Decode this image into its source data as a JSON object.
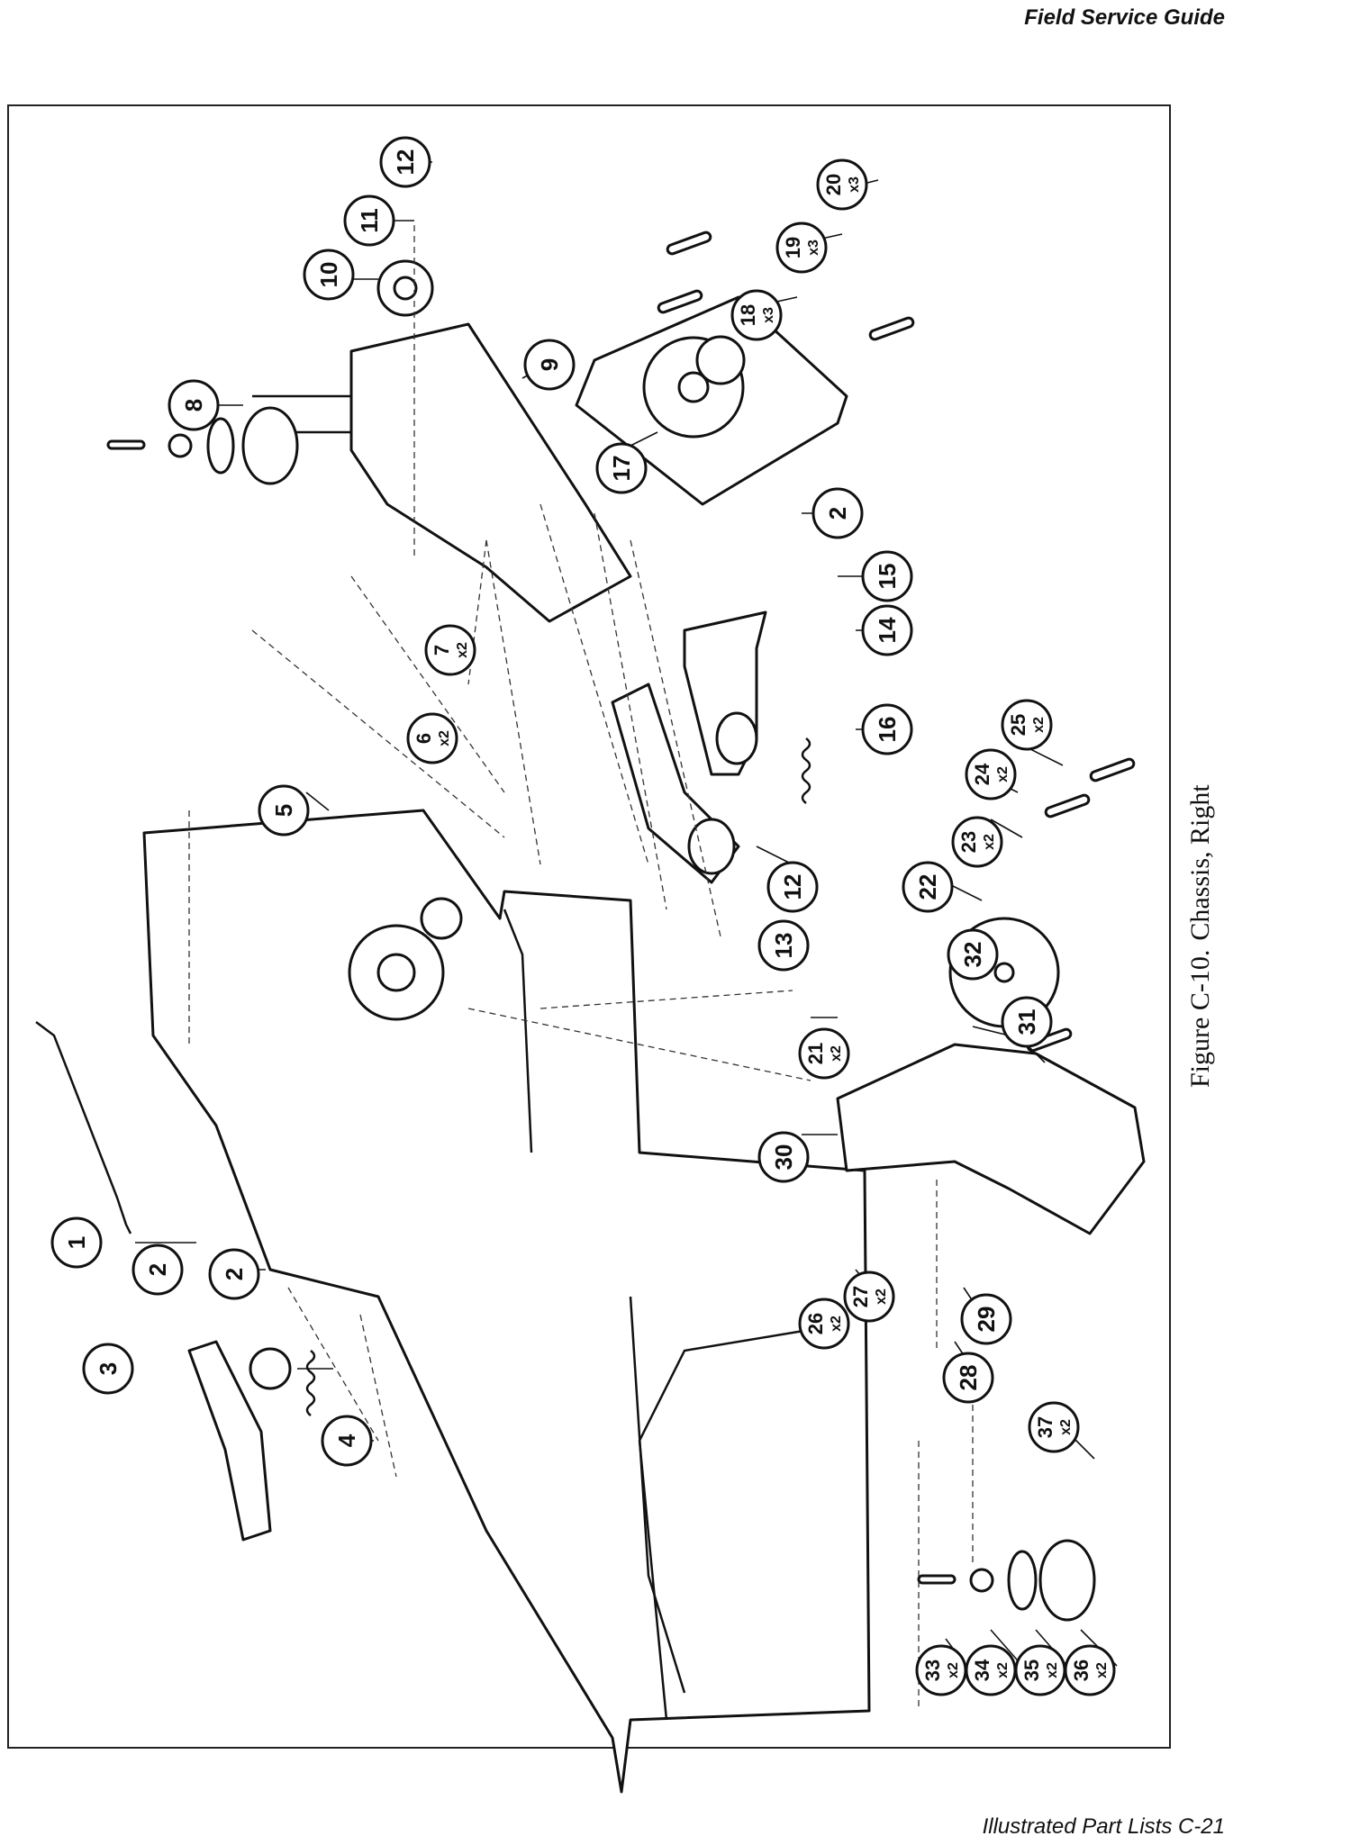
{
  "header": {
    "title": "Field Service Guide"
  },
  "footer": {
    "text": "Illustrated Part Lists   C-21"
  },
  "figure": {
    "number": "Figure C-10.",
    "title": "Chassis, Right"
  },
  "callouts": [
    {
      "n": "1",
      "qty": ""
    },
    {
      "n": "2",
      "qty": ""
    },
    {
      "n": "2",
      "qty": ""
    },
    {
      "n": "3",
      "qty": ""
    },
    {
      "n": "4",
      "qty": ""
    },
    {
      "n": "5",
      "qty": ""
    },
    {
      "n": "6",
      "qty": "x2"
    },
    {
      "n": "7",
      "qty": "x2"
    },
    {
      "n": "8",
      "qty": ""
    },
    {
      "n": "9",
      "qty": ""
    },
    {
      "n": "10",
      "qty": ""
    },
    {
      "n": "11",
      "qty": ""
    },
    {
      "n": "12",
      "qty": ""
    },
    {
      "n": "12",
      "qty": ""
    },
    {
      "n": "13",
      "qty": ""
    },
    {
      "n": "14",
      "qty": ""
    },
    {
      "n": "15",
      "qty": ""
    },
    {
      "n": "2",
      "qty": ""
    },
    {
      "n": "16",
      "qty": ""
    },
    {
      "n": "17",
      "qty": ""
    },
    {
      "n": "18",
      "qty": "x3"
    },
    {
      "n": "19",
      "qty": "x3"
    },
    {
      "n": "20",
      "qty": "x3"
    },
    {
      "n": "21",
      "qty": "x2"
    },
    {
      "n": "22",
      "qty": ""
    },
    {
      "n": "23",
      "qty": "x2"
    },
    {
      "n": "24",
      "qty": "x2"
    },
    {
      "n": "25",
      "qty": "x2"
    },
    {
      "n": "26",
      "qty": "x2"
    },
    {
      "n": "27",
      "qty": "x2"
    },
    {
      "n": "28",
      "qty": ""
    },
    {
      "n": "29",
      "qty": ""
    },
    {
      "n": "30",
      "qty": ""
    },
    {
      "n": "31",
      "qty": ""
    },
    {
      "n": "32",
      "qty": ""
    },
    {
      "n": "33",
      "qty": "x2"
    },
    {
      "n": "34",
      "qty": "x2"
    },
    {
      "n": "35",
      "qty": "x2"
    },
    {
      "n": "36",
      "qty": "x2"
    },
    {
      "n": "37",
      "qty": "x2"
    }
  ]
}
